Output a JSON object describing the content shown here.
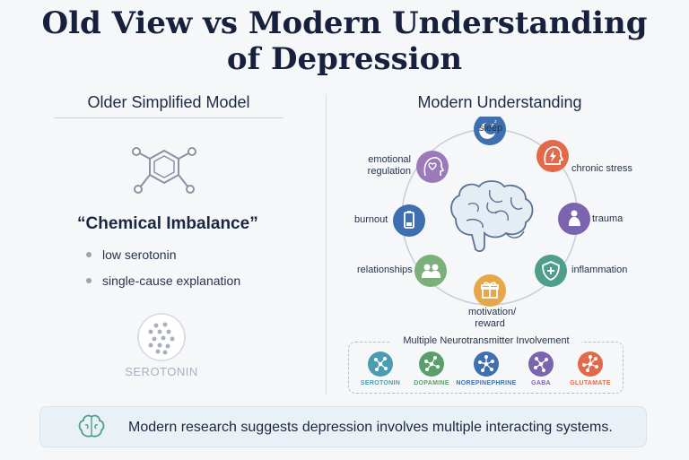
{
  "title_line1": "Old View vs Modern Understanding",
  "title_line2": "of Depression",
  "left": {
    "heading": "Older Simplified Model",
    "chem_title": "“Chemical Imbalance”",
    "bullets": [
      "low serotonin",
      "single-cause explanation"
    ],
    "serotonin_label": "SEROTONIN"
  },
  "right": {
    "heading": "Modern Understanding",
    "nodes": [
      {
        "label": "sleep",
        "icon": "moon-sleep-icon",
        "color": "#3e6fb0"
      },
      {
        "label": "chronic stress",
        "icon": "lightning-head-icon",
        "color": "#e2694a"
      },
      {
        "label": "trauma",
        "icon": "sitting-person-icon",
        "color": "#7b63b0"
      },
      {
        "label": "inflammation",
        "icon": "shield-cross-icon",
        "color": "#4f9e8c"
      },
      {
        "label": "motivation/\nreward",
        "icon": "gift-icon",
        "color": "#e8a64a"
      },
      {
        "label": "relationships",
        "icon": "people-icon",
        "color": "#7bb07a"
      },
      {
        "label": "burnout",
        "icon": "low-battery-icon",
        "color": "#3e6fb0"
      },
      {
        "label": "emotional\nregulation",
        "icon": "heart-head-icon",
        "color": "#9a7ab8"
      }
    ],
    "neuro_title": "Multiple Neurotransmitter Involvement",
    "neurotransmitters": [
      {
        "label": "SEROTONIN",
        "color": "#4a9cb0"
      },
      {
        "label": "DOPAMINE",
        "color": "#5a9f6b"
      },
      {
        "label": "NOREPINEPHRINE",
        "color": "#3e6fb0"
      },
      {
        "label": "GABA",
        "color": "#7b63b0"
      },
      {
        "label": "GLUTAMATE",
        "color": "#e2694a"
      }
    ]
  },
  "banner": {
    "text": "Modern research suggests depression involves multiple interacting systems."
  }
}
